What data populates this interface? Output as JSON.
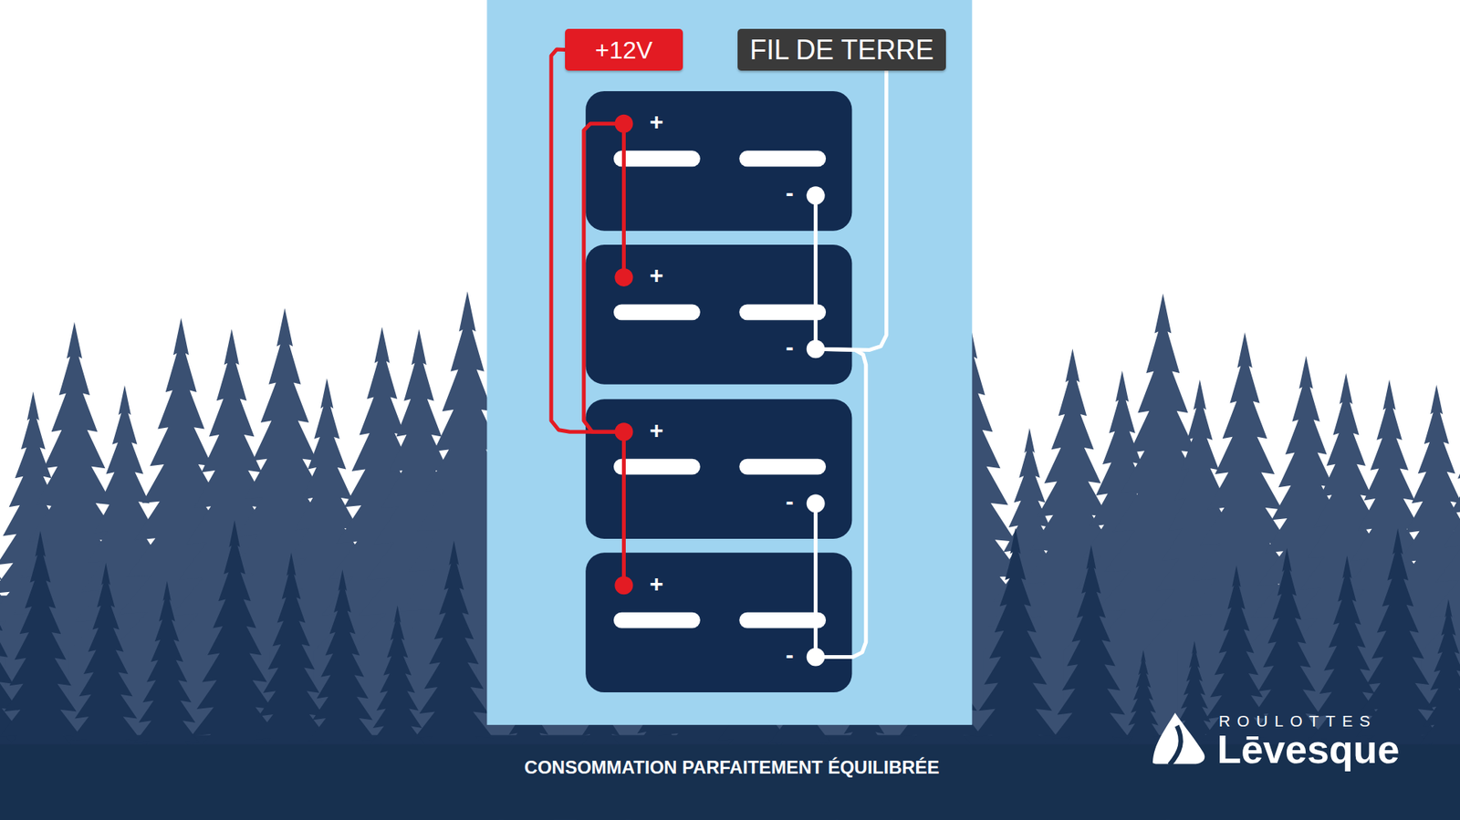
{
  "diagram": {
    "caption": "CONSOMMATION PARFAITEMENT ÉQUILIBRÉE",
    "nodes": [
      {
        "text": [
          "+12V"
        ]
      },
      {
        "text": [
          "FIL DE TERRE"
        ]
      },
      {
        "text": [
          "+",
          "-"
        ]
      },
      {
        "text": [
          "+",
          "-"
        ]
      },
      {
        "text": [
          "+",
          "-"
        ]
      },
      {
        "text": [
          "+",
          "-"
        ]
      }
    ],
    "edges": [
      {
        "from": 0,
        "to": 4,
        "arrow": "none"
      },
      {
        "from": 2,
        "to": 3,
        "arrow": "none"
      },
      {
        "from": 2,
        "to": 4,
        "arrow": "none"
      },
      {
        "from": 4,
        "to": 5,
        "arrow": "none"
      },
      {
        "from": 1,
        "to": 3,
        "arrow": "none"
      },
      {
        "from": 2,
        "to": 3,
        "arrow": "none"
      },
      {
        "from": 3,
        "to": 5,
        "arrow": "none"
      },
      {
        "from": 4,
        "to": 5,
        "arrow": "none"
      }
    ],
    "labels": [
      "ROULOTTES",
      "Lēvesque"
    ]
  }
}
